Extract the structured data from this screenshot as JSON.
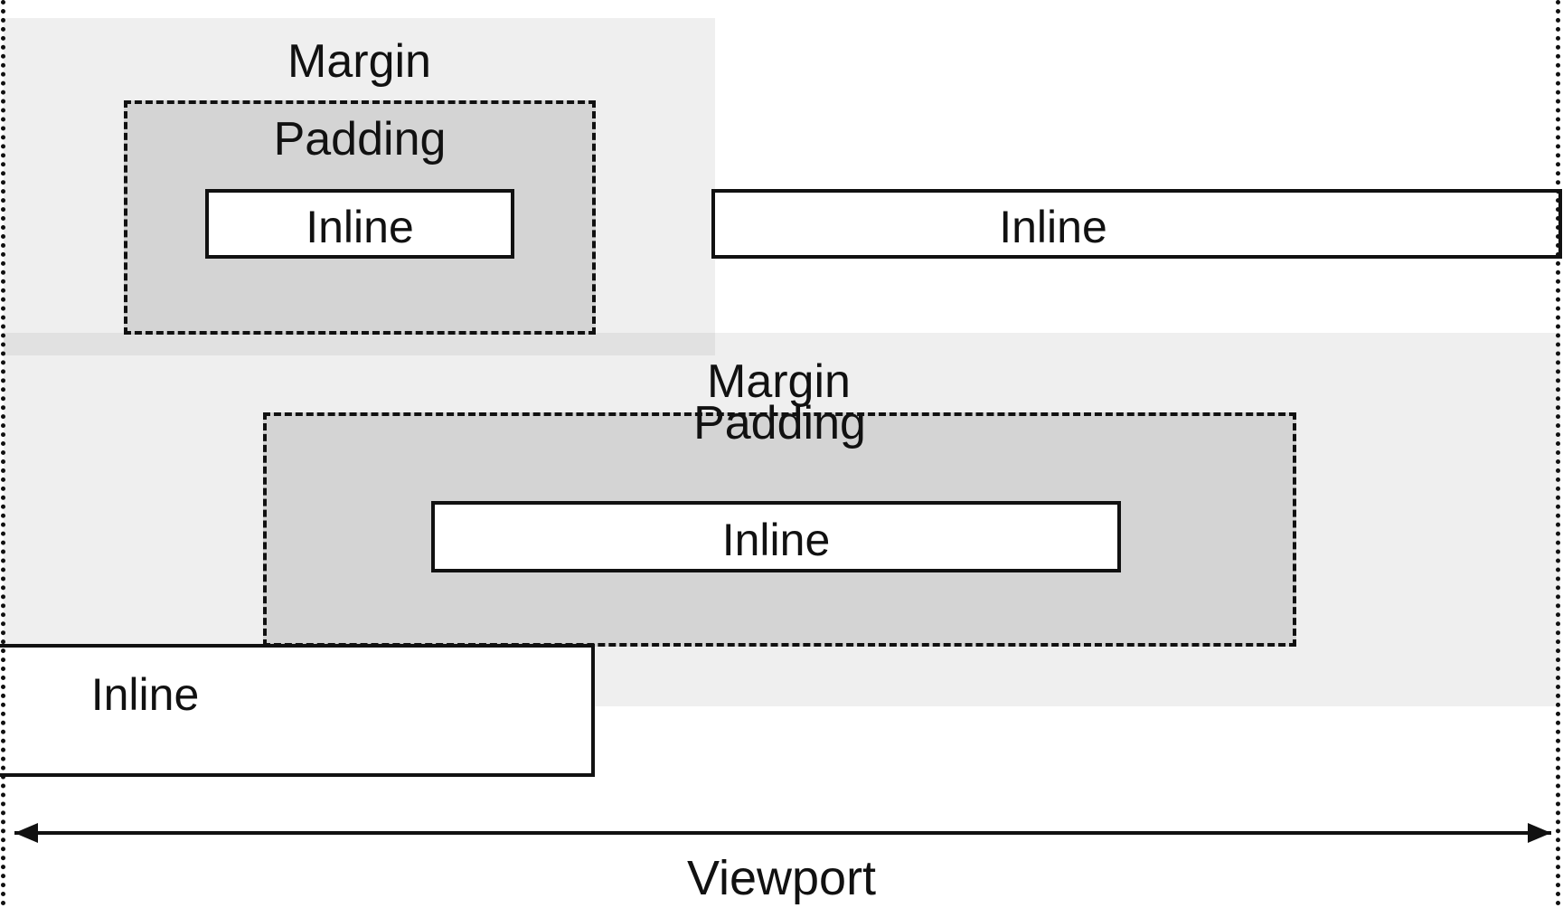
{
  "diagram": {
    "title": "CSS box model: margin, padding and inline boxes relative to the viewport",
    "colors": {
      "margin_fill": "#e8e8e8",
      "padding_fill": "#d2d2d2",
      "inline_fill": "#ffffff",
      "stroke": "#111111",
      "background": "#ffffff"
    },
    "viewport": {
      "label": "Viewport",
      "border_style": "dotted",
      "arrow": "double-headed-horizontal"
    },
    "blocks": [
      {
        "id": "block-1",
        "margin_label": "Margin",
        "padding_label": "Padding",
        "inline_label": "Inline"
      },
      {
        "id": "block-2",
        "margin_label": "Margin",
        "padding_label": "Padding",
        "inline_label": "Inline"
      }
    ],
    "free_inline_boxes": [
      {
        "id": "inline-right",
        "label": "Inline"
      },
      {
        "id": "inline-bottom-left",
        "label": "Inline"
      }
    ]
  }
}
